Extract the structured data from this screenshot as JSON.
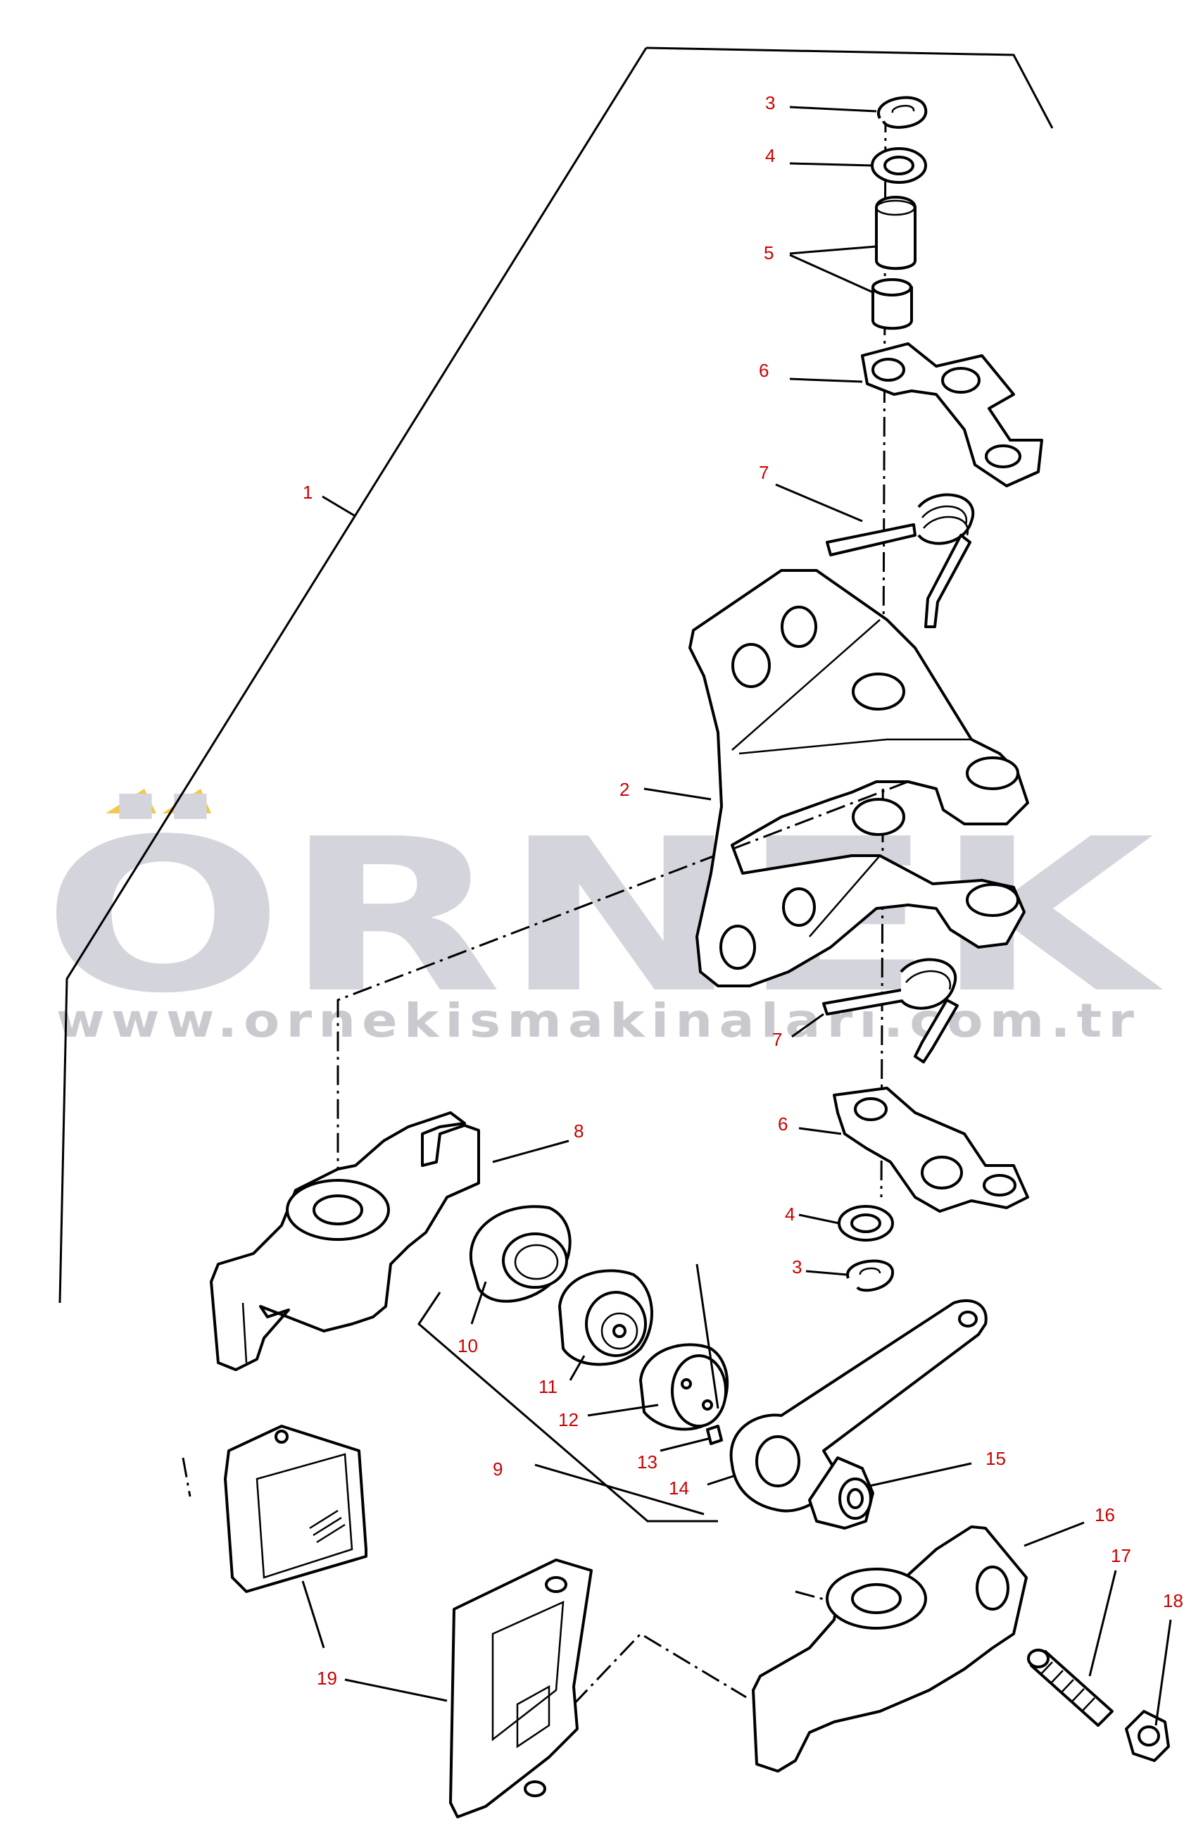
{
  "watermark": {
    "logo": "ÖRNEK",
    "url": "www.ornekismakinalari.com.tr",
    "accent_color": "#f2c94c",
    "text_color": "#d4d4dc"
  },
  "labels": {
    "l1": "1",
    "l2": "2",
    "l3a": "3",
    "l3b": "3",
    "l4a": "4",
    "l4b": "4",
    "l5": "5",
    "l6a": "6",
    "l6b": "6",
    "l7a": "7",
    "l7b": "7",
    "l8": "8",
    "l9": "9",
    "l10": "10",
    "l11": "11",
    "l12": "12",
    "l13": "13",
    "l14": "14",
    "l15": "15",
    "l16": "16",
    "l17": "17",
    "l18": "18",
    "l19": "19"
  },
  "colors": {
    "label": "#cc0000",
    "line": "#000000"
  }
}
